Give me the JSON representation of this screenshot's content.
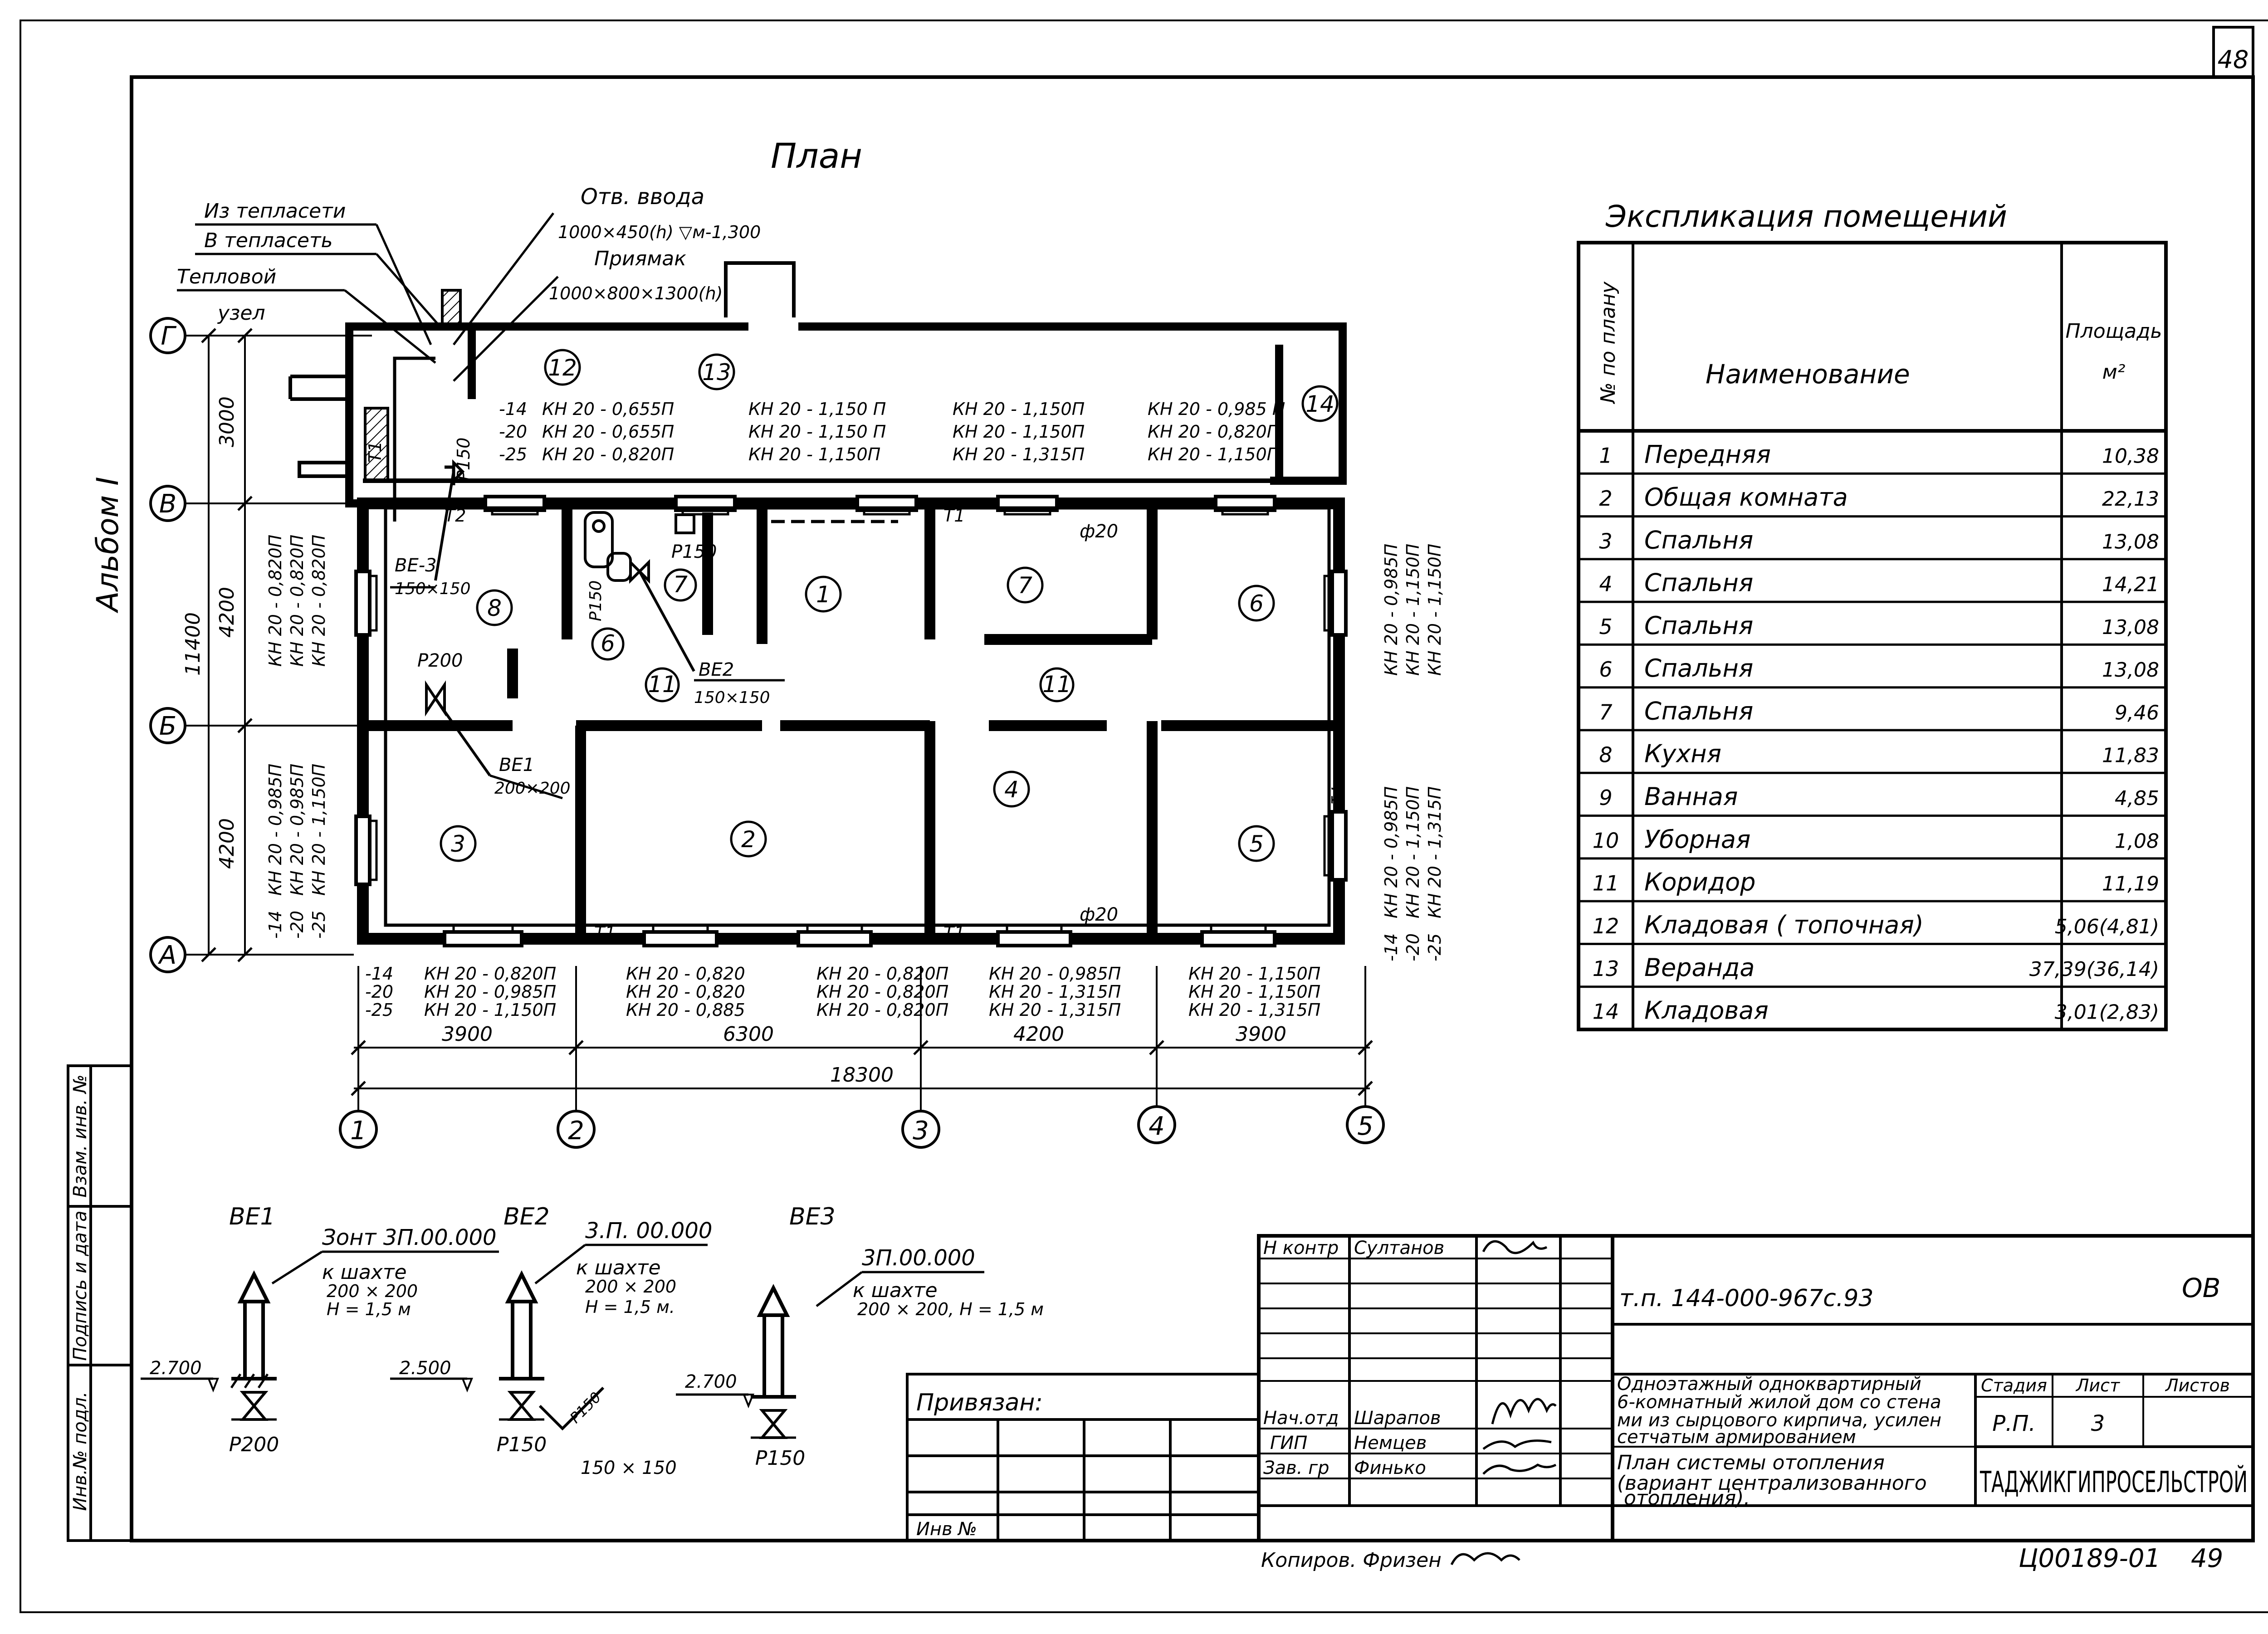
{
  "sheet_number": "48",
  "album": "Альбом I",
  "plan_title": "План",
  "labels": {
    "from_heating": "Из тепласети",
    "to_heating": "В тепласеть",
    "heat_node_1": "Тепловой",
    "heat_node_2": "узел",
    "opening_title": "Отв. ввода",
    "opening_size": "1000×450(h) ▽м-1,300",
    "pit_title": "Приямак",
    "pit_size": "1000×800×1300(h)",
    "t1": "Т1",
    "t2": "Т2",
    "be3": "ВЕ-3",
    "be3_size": "150×150",
    "be2": "ВЕ2",
    "be2_size": "150×150",
    "be1": "ВЕ1",
    "be1_size": "200×200",
    "p200": "Р200",
    "p150": "Р150",
    "p150_v": "Р150",
    "phi20": "ф20"
  },
  "axes_rows": [
    "Г",
    "В",
    "Б",
    "А"
  ],
  "axes_cols": [
    "1",
    "2",
    "3",
    "4",
    "5"
  ],
  "dims_vertical": [
    "3000",
    "4200",
    "4200",
    "11400"
  ],
  "dims_horizontal": [
    "3900",
    "6300",
    "4200",
    "3900",
    "18300"
  ],
  "room_numbers": [
    "1",
    "2",
    "3",
    "4",
    "5",
    "6",
    "7",
    "8",
    "6",
    "7",
    "11",
    "11",
    "12",
    "13",
    "14"
  ],
  "temps": [
    "-14",
    "-20",
    "-25"
  ],
  "radiators": {
    "veranda_left": [
      "КН 20 - 0,655П",
      "КН 20 - 0,655П",
      "КН 20 - 0,820П"
    ],
    "veranda_mid": [
      "КН 20 - 1,150 П",
      "КН 20 - 1,150 П",
      "КН 20 - 1,150П"
    ],
    "veranda_mid2": [
      "КН 20 - 1,150П",
      "КН 20 - 1,150П",
      "КН 20 - 1,315П"
    ],
    "veranda_right": [
      "КН 20 - 0,985 П",
      "КН 20 - 0,820П",
      "КН 20 - 1,150П"
    ],
    "left_upper": [
      "КН 20 - 0,820П",
      "КН 20 - 0,820П",
      "КН 20 - 0,820П"
    ],
    "left_lower": [
      "КН 20 - 0,985П",
      "КН 20 - 0,985П",
      "КН 20 - 1,150П"
    ],
    "right_upper": [
      "КН 20 - 0,985П",
      "КН 20 - 1,150П",
      "КН 20 - 1,150П"
    ],
    "right_lower": [
      "КН 20 - 0,985П",
      "КН 20 - 1,150П",
      "КН 20 - 1,315П"
    ],
    "bottom_1": [
      "КН 20 - 0,820П",
      "КН 20 - 0,985П",
      "КН 20 - 1,150П"
    ],
    "bottom_2": [
      "КН 20 - 0,820",
      "КН 20 - 0,820",
      "КН 20 - 0,885"
    ],
    "bottom_3": [
      "КН 20 - 0,820П",
      "КН 20 - 0,820П",
      "КН 20 - 0,820П"
    ],
    "bottom_4": [
      "КН 20 - 0,985П",
      "КН 20 - 1,315П",
      "КН 20 - 1,315П"
    ],
    "bottom_5": [
      "КН 20 - 1,150П",
      "КН 20 - 1,150П",
      "КН 20 - 1,315П"
    ]
  },
  "explication": {
    "title": "Экспликация   помещений",
    "col_no": "№ по плану",
    "col_name": "Наименование",
    "col_area": "Площадь",
    "col_area_unit": "м²",
    "rows": [
      {
        "no": "1",
        "name": "Передняя",
        "area": "10,38"
      },
      {
        "no": "2",
        "name": "Общая комната",
        "area": "22,13"
      },
      {
        "no": "3",
        "name": "Спальня",
        "area": "13,08"
      },
      {
        "no": "4",
        "name": "Спальня",
        "area": "14,21"
      },
      {
        "no": "5",
        "name": "Спальня",
        "area": "13,08"
      },
      {
        "no": "6",
        "name": "Спальня",
        "area": "13,08"
      },
      {
        "no": "7",
        "name": "Спальня",
        "area": "9,46"
      },
      {
        "no": "8",
        "name": "Кухня",
        "area": "11,83"
      },
      {
        "no": "9",
        "name": "Ванная",
        "area": "4,85"
      },
      {
        "no": "10",
        "name": "Уборная",
        "area": "1,08"
      },
      {
        "no": "11",
        "name": "Коридор",
        "area": "11,19"
      },
      {
        "no": "12",
        "name": "Кладовая ( топочная)",
        "area": "5,06(4,81)"
      },
      {
        "no": "13",
        "name": "Веранда",
        "area": "37,39(36,14)"
      },
      {
        "no": "14",
        "name": "Кладовая",
        "area": "3,01(2,83)"
      }
    ]
  },
  "vents": [
    {
      "title": "ВЕ1",
      "ref": "Зонт 3П.00.000",
      "note1": "к шахте",
      "note2": "200 × 200",
      "note3": "Н = 1,5 м",
      "level": "2.700",
      "grille": "Р200"
    },
    {
      "title": "ВЕ2",
      "ref": "3.П. 00.000",
      "note1": "к шахте",
      "note2": "200 × 200",
      "note3": "Н = 1,5 м.",
      "level": "2.500",
      "grille": "Р150",
      "extra": "Р150",
      "extra_size": "150 × 150"
    },
    {
      "title": "ВЕ3",
      "ref": "3П.00.000",
      "note1": "к шахте",
      "note2": "200 × 200, Н = 1,5 м",
      "note3": "",
      "level": "2.700",
      "grille": "Р150"
    }
  ],
  "side_stamp": [
    "Инв.№ подл.",
    "Подпись и дата",
    "Взам. инв. №"
  ],
  "privyazan": "Привязан:",
  "inv_no": "Инв №",
  "title_block": {
    "people": [
      {
        "role": "Н контр",
        "name": "Султанов"
      },
      {
        "role": "Нач.отд",
        "name": "Шарапов"
      },
      {
        "role": "ГИП",
        "name": "Немцев"
      },
      {
        "role": "Зав. гр",
        "name": "Финько"
      }
    ],
    "code": "т.п. 144-000-967с.93",
    "mark": "ОВ",
    "description": [
      "Одноэтажный одноквартирный",
      "6-комнатный жилой дом со стена",
      "ми из сырцового кирпича, усилен",
      "сетчатым армированием"
    ],
    "drawing_title": [
      "План системы отопления",
      "(вариант централизованного",
      "отопления)."
    ],
    "stage_h": "Стадия",
    "sheet_h": "Лист",
    "sheets_h": "Листов",
    "stage": "Р.П.",
    "sheet": "3",
    "sheets": "",
    "org": "ТАДЖИКГИПРОСЕЛЬСТРОЙ",
    "copied": "Копиров. Фризен",
    "doc_no": "Ц00189-01",
    "page": "49"
  }
}
